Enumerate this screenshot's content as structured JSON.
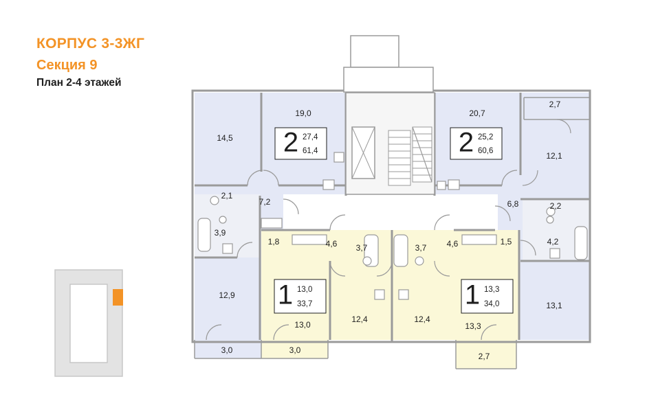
{
  "header": {
    "building": "КОРПУС 3-3ЖГ",
    "section": "Секция 9",
    "floors": "План 2-4 этажей"
  },
  "colors": {
    "accent": "#f39326",
    "apt2": "#e4e8f6",
    "apt1": "#fbf8d8",
    "wet": "#eef0f6",
    "wall": "#9a9a9a"
  },
  "apartments": {
    "left2": {
      "rooms": "2",
      "living": "27,4",
      "total": "61,4"
    },
    "right2": {
      "rooms": "2",
      "living": "25,2",
      "total": "60,6"
    },
    "left1": {
      "rooms": "1",
      "living": "13,0",
      "total": "33,7"
    },
    "right1": {
      "rooms": "1",
      "living": "13,3",
      "total": "34,0"
    }
  },
  "areas": {
    "r145": "14,5",
    "r190": "19,0",
    "r207": "20,7",
    "r27top": "2,7",
    "r121": "12,1",
    "r21": "2,1",
    "r72": "7,2",
    "r39": "3,9",
    "r18": "1,8",
    "r46l": "4,6",
    "r37l": "3,7",
    "r37r": "3,7",
    "r46r": "4,6",
    "r68": "6,8",
    "r22": "2,2",
    "r15": "1,5",
    "r42": "4,2",
    "r129": "12,9",
    "r130": "13,0",
    "r124l": "12,4",
    "r124r": "12,4",
    "r133": "13,3",
    "r131": "13,1",
    "r30l": "3,0",
    "r30r": "3,0",
    "r27bot": "2,7"
  }
}
